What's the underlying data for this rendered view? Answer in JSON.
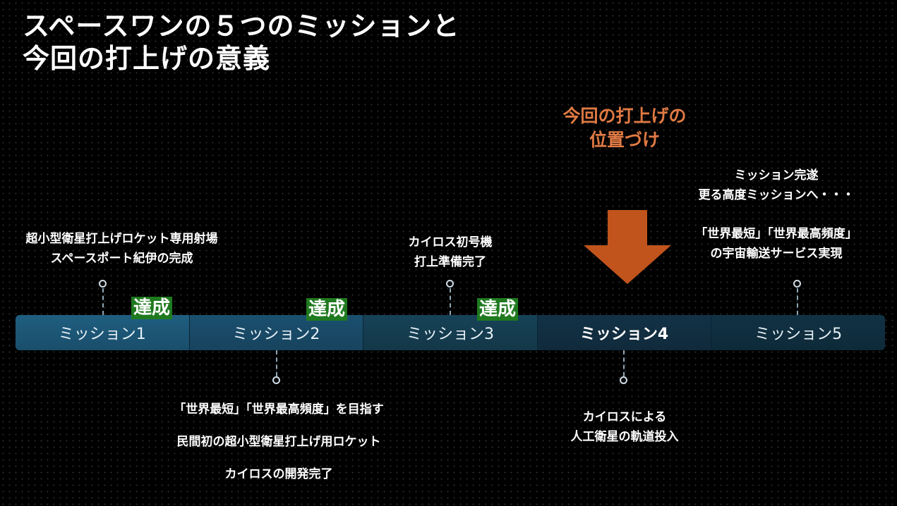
{
  "title": {
    "line1": "スペースワンの５つのミッションと",
    "line2": "今回の打上げの意義"
  },
  "focus": {
    "line1": "今回の打上げの",
    "line2": "位置づけ"
  },
  "timeline": {
    "segments": [
      "ミッション1",
      "ミッション2",
      "ミッション3",
      "ミッション4",
      "ミッション5"
    ],
    "badge": "達成"
  },
  "notes": {
    "m1": [
      "超小型衛星打上げロケット専用射場",
      "スペースポート紀伊の完成"
    ],
    "m2": [
      "「世界最短」「世界最高頻度」を目指す",
      "民間初の超小型衛星打上げ用ロケット",
      "カイロスの開発完了"
    ],
    "m3": [
      "カイロス初号機",
      "打上準備完了"
    ],
    "m4": [
      "カイロスによる",
      "人工衛星の軌道投入"
    ],
    "m5_top": [
      "ミッション完遂",
      "更る高度ミッションへ・・・"
    ],
    "m5": [
      "「世界最短」「世界最高頻度」",
      "の宇宙輸送サービス実現"
    ]
  },
  "colors": {
    "accent": "#e07a44",
    "arrow": "#c0541c",
    "badge": "#1f7a1f",
    "bar": "#1a4e6b"
  }
}
